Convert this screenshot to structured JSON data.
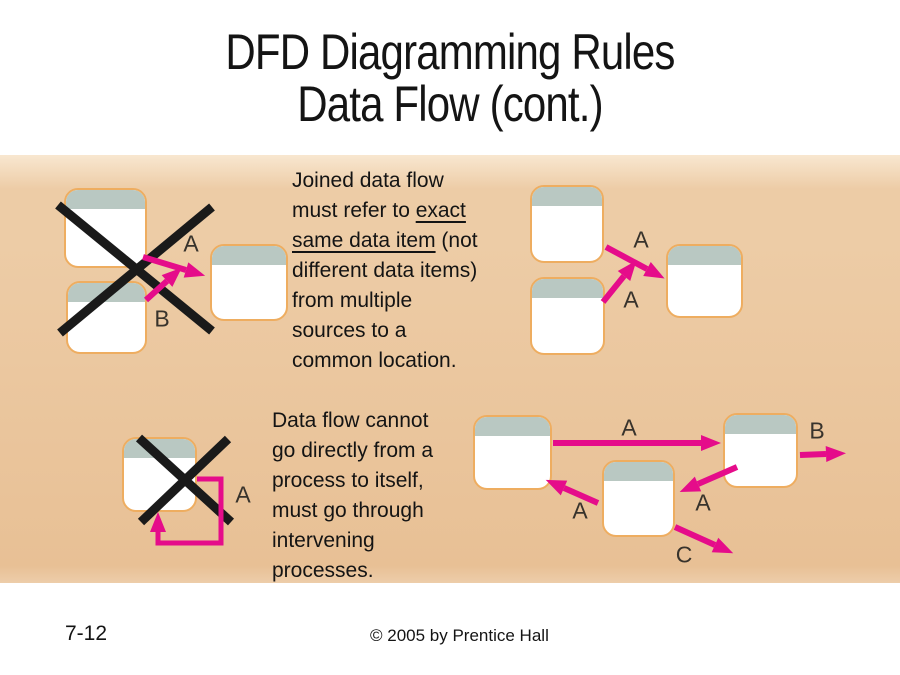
{
  "colors": {
    "accent_pink": "#e50c8a",
    "cross": "#1a1a1a",
    "ink": "#141414",
    "label": "#38332c",
    "box_border": "#eead60",
    "box_header": "#b9c8c2",
    "band_light": "#f8e7d0",
    "band_mid": "#edcca6",
    "band_dark": "#e8c095"
  },
  "title": {
    "line1": "DFD Diagramming Rules",
    "line2": "Data Flow (cont.)"
  },
  "rules": {
    "joined": {
      "lines": [
        [
          {
            "text": "Joined data flow"
          }
        ],
        [
          {
            "text": "must refer to "
          },
          {
            "text": "exact",
            "underline": true
          }
        ],
        [
          {
            "text": "same data item",
            "underline": true
          },
          {
            "text": " (not"
          }
        ],
        [
          {
            "text": "different data items)"
          }
        ],
        [
          {
            "text": "from multiple"
          }
        ],
        [
          {
            "text": "sources to a"
          }
        ],
        [
          {
            "text": "common location."
          }
        ]
      ]
    },
    "self_loop": {
      "lines": [
        [
          {
            "text": "Data flow cannot"
          }
        ],
        [
          {
            "text": "go directly from a"
          }
        ],
        [
          {
            "text": "process to itself,"
          }
        ],
        [
          {
            "text": "must go through"
          }
        ],
        [
          {
            "text": "intervening"
          }
        ],
        [
          {
            "text": "processes."
          }
        ]
      ]
    }
  },
  "flow_labels": {
    "d1_a": "A",
    "d1_b": "B",
    "d2_a_top": "A",
    "d2_a_bottom": "A",
    "d3_a": "A",
    "d4_a_long": "A",
    "d4_b": "B",
    "d4_a_right": "A",
    "d4_a_left": "A",
    "d4_c": "C"
  },
  "footer": {
    "page_number": "7-12",
    "copyright": "© 2005 by Prentice Hall"
  }
}
